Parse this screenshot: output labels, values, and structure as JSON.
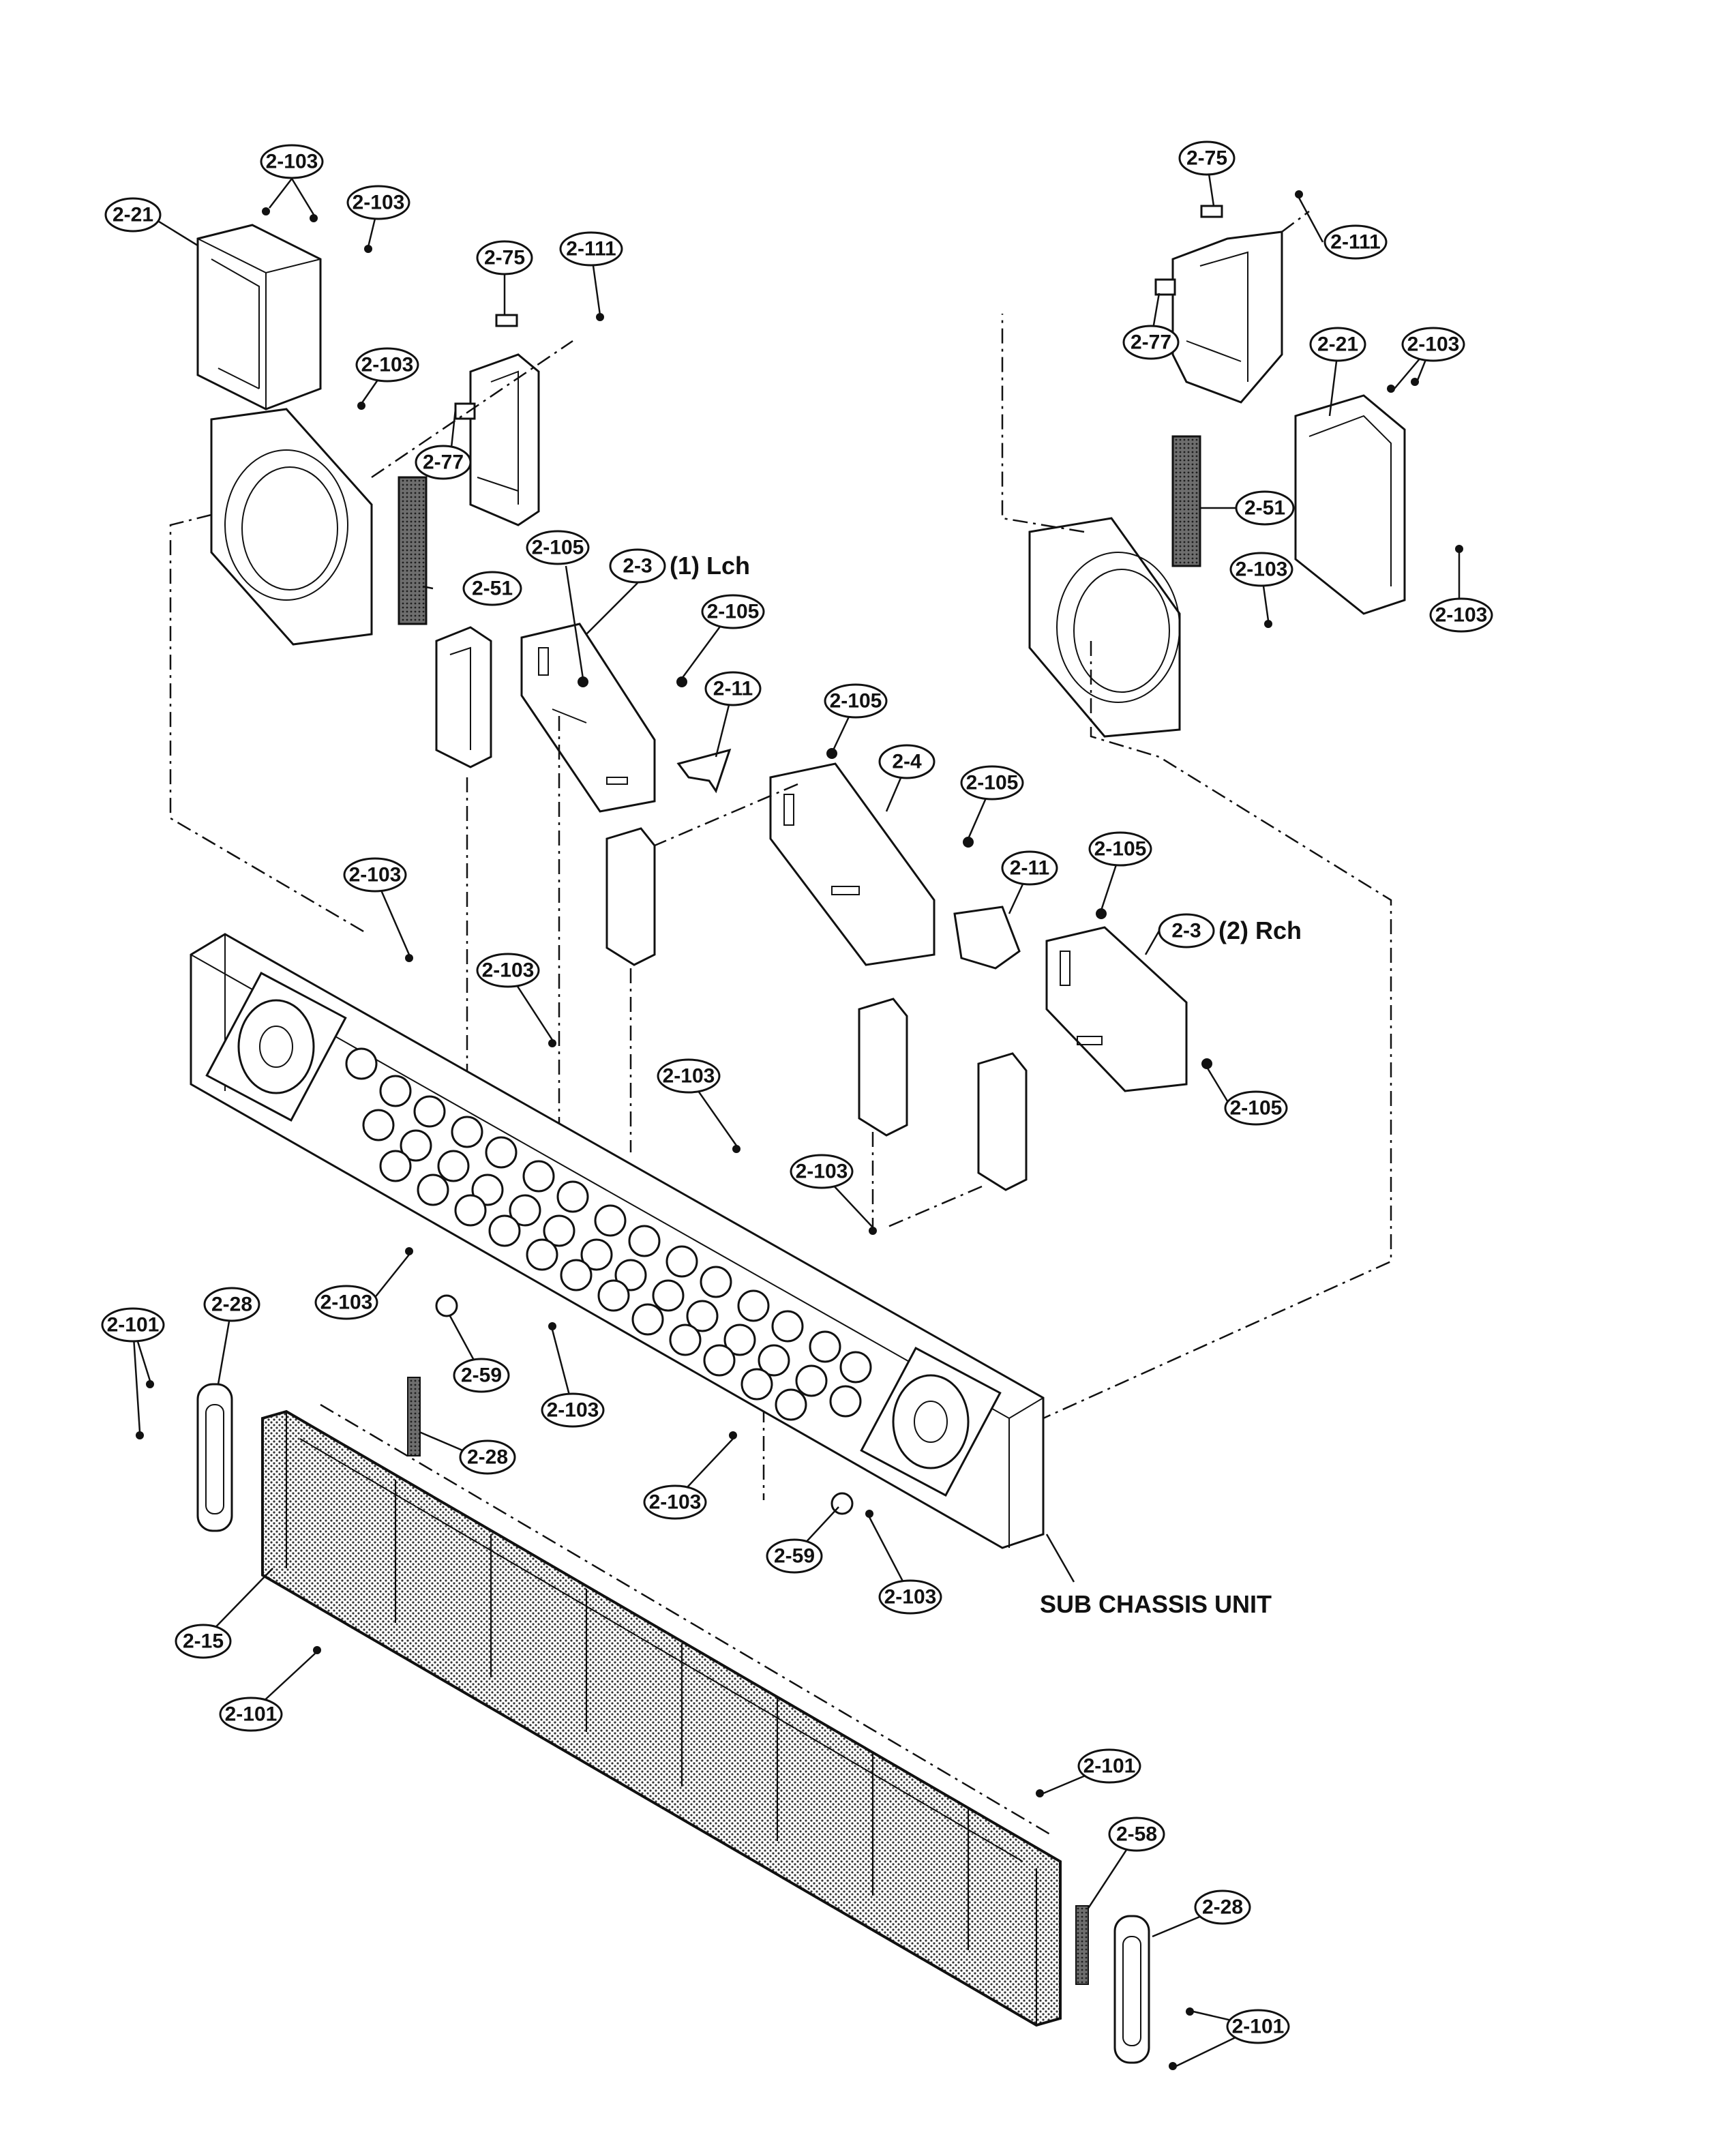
{
  "diagram": {
    "colors": {
      "ink": "#111111",
      "paper": "#ffffff",
      "mesh": "#4a4a4a"
    },
    "labels": {
      "l_2_103_a": "2-103",
      "l_2_21_a": "2-21",
      "l_2_103_b": "2-103",
      "l_2_75_a": "2-75",
      "l_2_111_a": "2-111",
      "l_2_103_c": "2-103",
      "l_2_77_a": "2-77",
      "l_2_51_a": "2-51",
      "l_2_105_a": "2-105",
      "l_2_3_lch": "2-3",
      "l_2_105_b": "2-105",
      "l_2_11_a": "2-11",
      "l_2_105_c": "2-105",
      "l_2_4": "2-4",
      "l_2_105_d": "2-105",
      "l_2_11_b": "2-11",
      "l_2_105_e": "2-105",
      "l_2_3_rch": "2-3",
      "l_2_105_f": "2-105",
      "l_2_75_b": "2-75",
      "l_2_111_b": "2-111",
      "l_2_77_b": "2-77",
      "l_2_21_b": "2-21",
      "l_2_103_d": "2-103",
      "l_2_51_b": "2-51",
      "l_2_103_e": "2-103",
      "l_2_103_f": "2-103",
      "l_2_103_g": "2-103",
      "l_2_103_h": "2-103",
      "l_2_103_i": "2-103",
      "l_2_103_j": "2-103",
      "l_2_103_k": "2-103",
      "l_2_103_l": "2-103",
      "l_2_103_m": "2-103",
      "l_2_103_n": "2-103",
      "l_2_59_a": "2-59",
      "l_2_59_b": "2-59",
      "l_2_101_a": "2-101",
      "l_2_28_a": "2-28",
      "l_2_28_b": "2-28",
      "l_2_15": "2-15",
      "l_2_101_b": "2-101",
      "l_2_101_c": "2-101",
      "l_2_58": "2-58",
      "l_2_28_c": "2-28",
      "l_2_101_d": "2-101"
    },
    "captions": {
      "lch": "(1) Lch",
      "rch": "(2) Rch",
      "sub_chassis": "SUB CHASSIS UNIT"
    }
  }
}
